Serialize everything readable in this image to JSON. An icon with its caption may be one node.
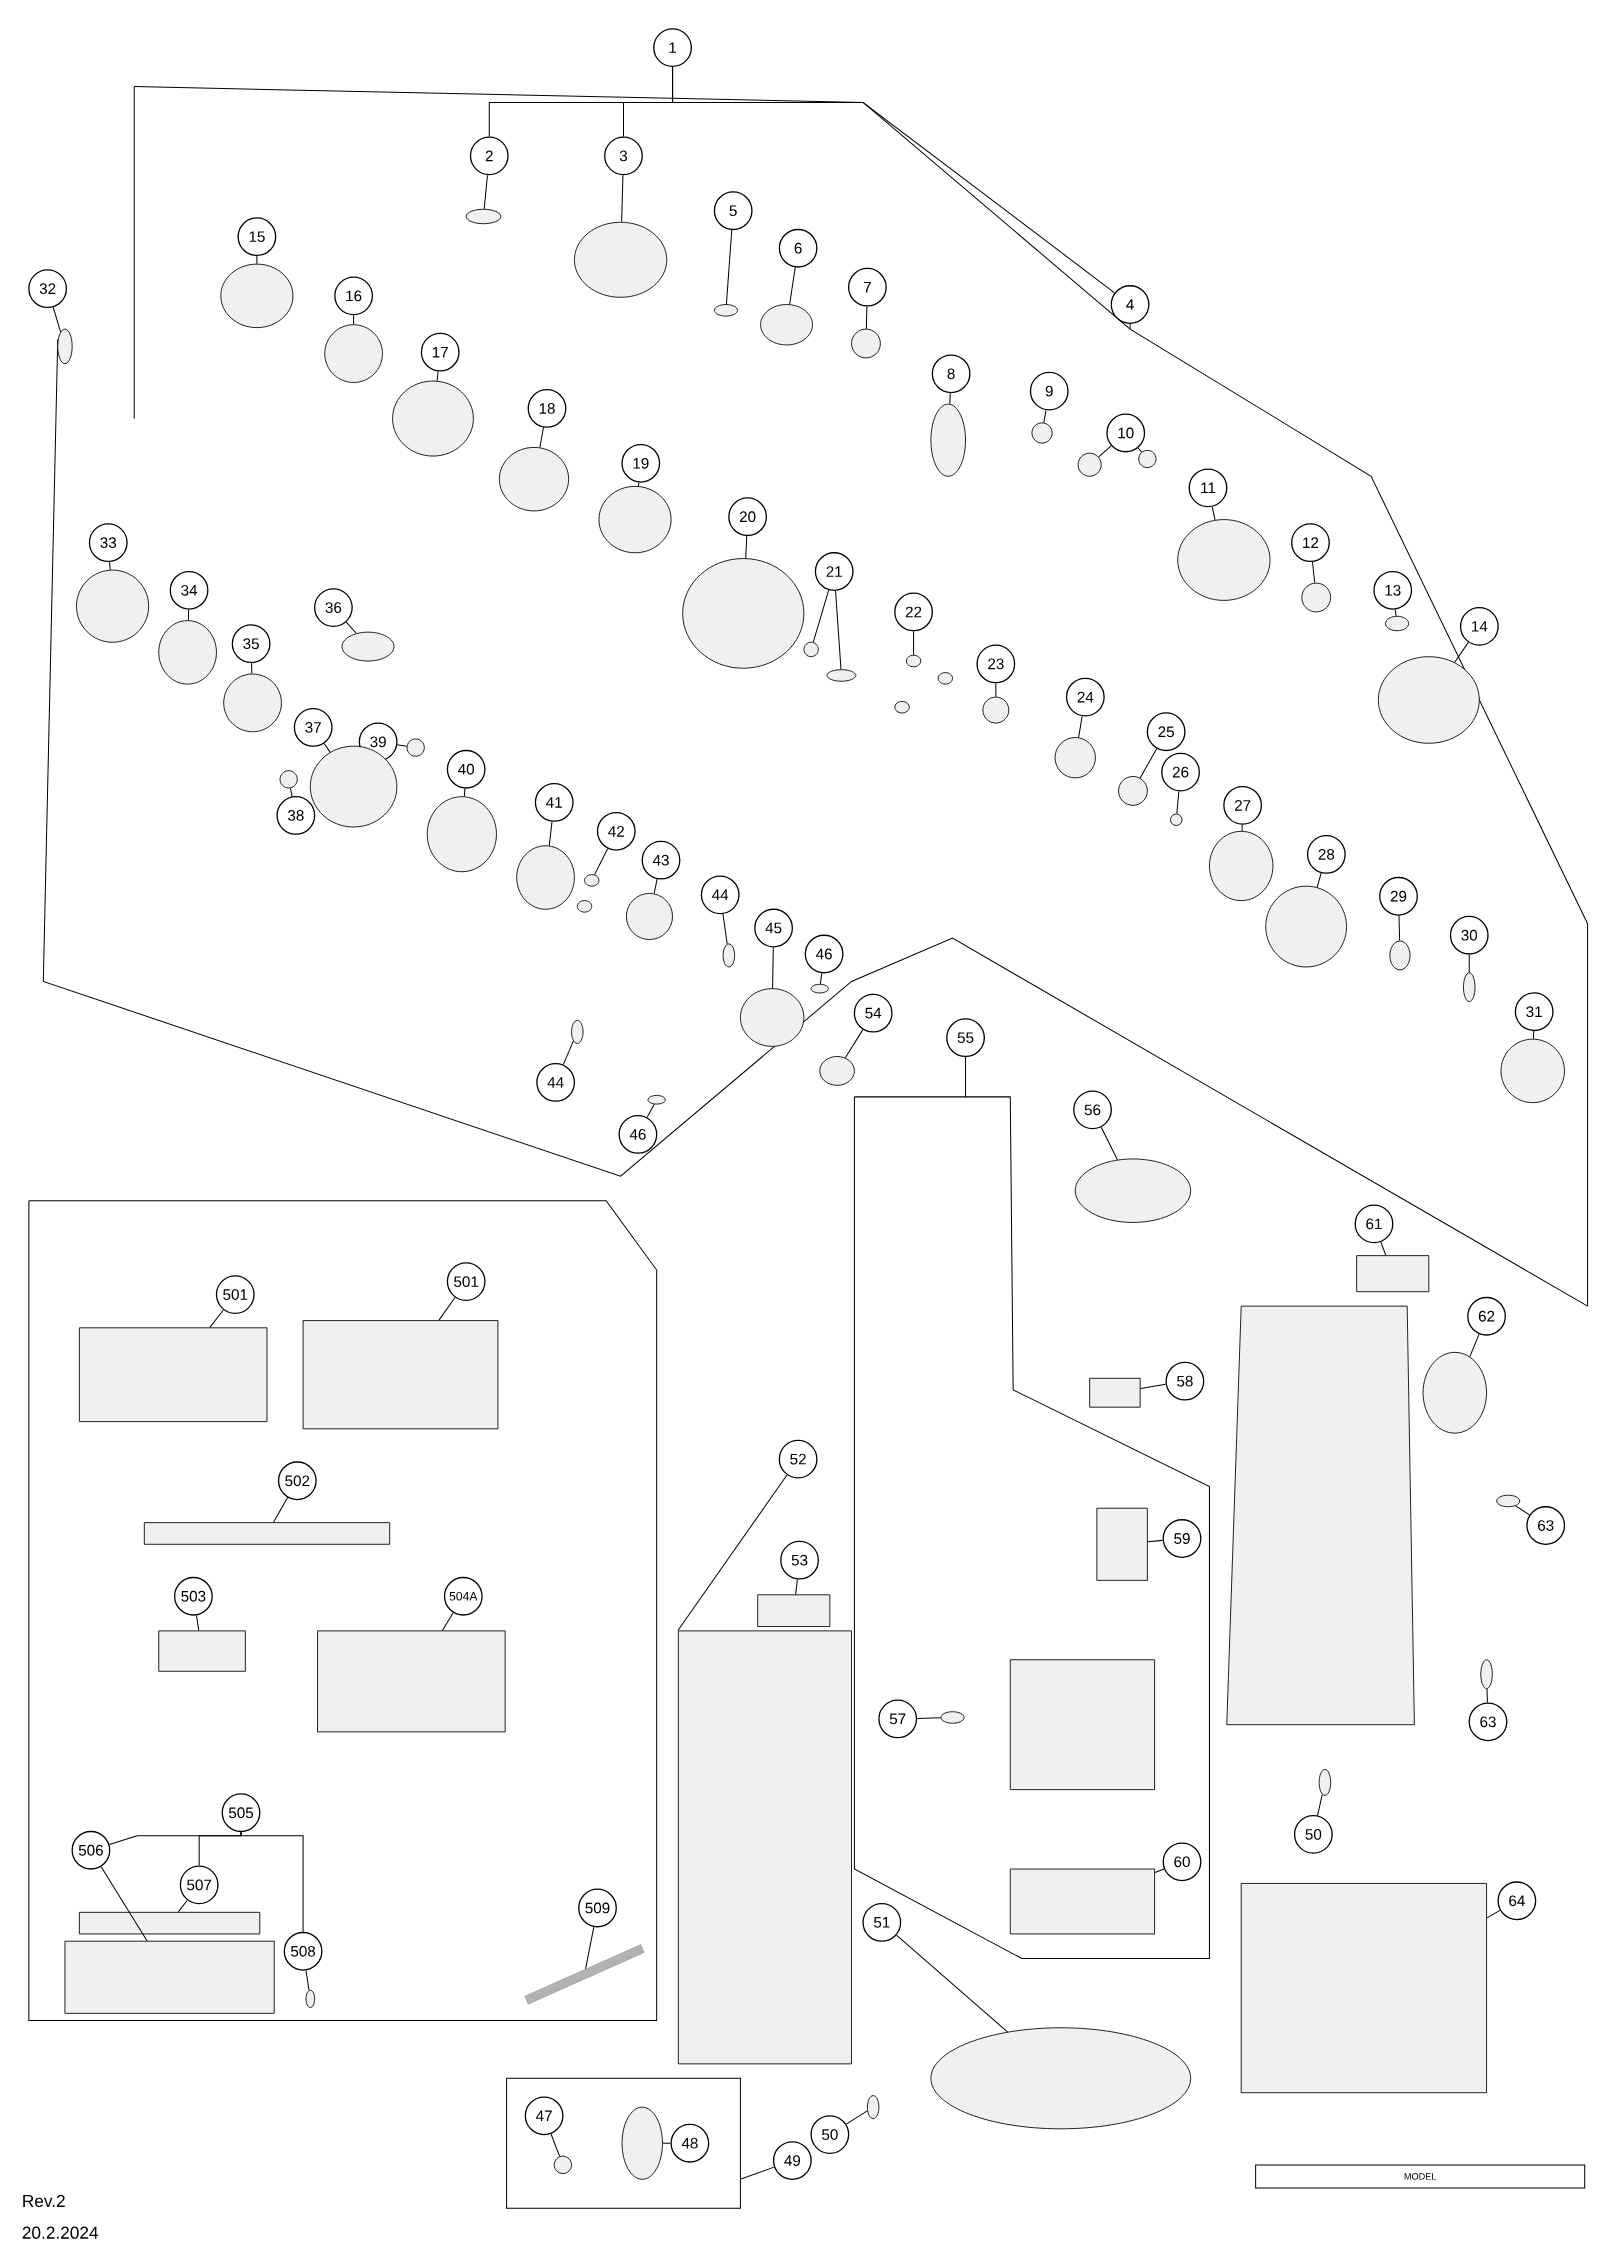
{
  "diagram": {
    "nodes": [
      {
        "text": [
          "1"
        ]
      },
      {
        "text": [
          "2"
        ]
      },
      {
        "text": [
          "3"
        ]
      },
      {
        "text": [
          "4"
        ]
      },
      {
        "text": [
          "5"
        ]
      },
      {
        "text": [
          "6"
        ]
      },
      {
        "text": [
          "7"
        ]
      },
      {
        "text": [
          "8"
        ]
      },
      {
        "text": [
          "9"
        ]
      },
      {
        "text": [
          "10"
        ]
      },
      {
        "text": [
          "11"
        ]
      },
      {
        "text": [
          "12"
        ]
      },
      {
        "text": [
          "13"
        ]
      },
      {
        "text": [
          "14"
        ]
      },
      {
        "text": [
          "15"
        ]
      },
      {
        "text": [
          "16"
        ]
      },
      {
        "text": [
          "17"
        ]
      },
      {
        "text": [
          "18"
        ]
      },
      {
        "text": [
          "19"
        ]
      },
      {
        "text": [
          "20"
        ]
      },
      {
        "text": [
          "21"
        ]
      },
      {
        "text": [
          "22"
        ]
      },
      {
        "text": [
          "23"
        ]
      },
      {
        "text": [
          "24"
        ]
      },
      {
        "text": [
          "25"
        ]
      },
      {
        "text": [
          "26"
        ]
      },
      {
        "text": [
          "27"
        ]
      },
      {
        "text": [
          "28"
        ]
      },
      {
        "text": [
          "29"
        ]
      },
      {
        "text": [
          "30"
        ]
      },
      {
        "text": [
          "31"
        ]
      },
      {
        "text": [
          "32"
        ]
      },
      {
        "text": [
          "33"
        ]
      },
      {
        "text": [
          "34"
        ]
      },
      {
        "text": [
          "35"
        ]
      },
      {
        "text": [
          "36"
        ]
      },
      {
        "text": [
          "37"
        ]
      },
      {
        "text": [
          "38"
        ]
      },
      {
        "text": [
          "39"
        ]
      },
      {
        "text": [
          "40"
        ]
      },
      {
        "text": [
          "41"
        ]
      },
      {
        "text": [
          "42"
        ]
      },
      {
        "text": [
          "43"
        ]
      },
      {
        "text": [
          "44"
        ]
      },
      {
        "text": [
          "45"
        ]
      },
      {
        "text": [
          "46"
        ]
      },
      {
        "text": [
          "44"
        ]
      },
      {
        "text": [
          "46"
        ]
      },
      {
        "text": [
          "54"
        ]
      },
      {
        "text": [
          "55"
        ]
      },
      {
        "text": [
          "56"
        ]
      },
      {
        "text": [
          "61"
        ]
      },
      {
        "text": [
          "62"
        ]
      },
      {
        "text": [
          "58"
        ]
      },
      {
        "text": [
          "59"
        ]
      },
      {
        "text": [
          "52"
        ]
      },
      {
        "text": [
          "53"
        ]
      },
      {
        "text": [
          "57"
        ]
      },
      {
        "text": [
          "60"
        ]
      },
      {
        "text": [
          "63"
        ]
      },
      {
        "text": [
          "63"
        ]
      },
      {
        "text": [
          "50"
        ]
      },
      {
        "text": [
          "51"
        ]
      },
      {
        "text": [
          "50"
        ]
      },
      {
        "text": [
          "64"
        ]
      },
      {
        "text": [
          "47"
        ]
      },
      {
        "text": [
          "48"
        ]
      },
      {
        "text": [
          "49"
        ]
      },
      {
        "text": [
          "501"
        ]
      },
      {
        "text": [
          "501"
        ]
      },
      {
        "text": [
          "502"
        ]
      },
      {
        "text": [
          "503"
        ]
      },
      {
        "text": [
          "504A"
        ]
      },
      {
        "text": [
          "505"
        ]
      },
      {
        "text": [
          "506"
        ]
      },
      {
        "text": [
          "507"
        ]
      },
      {
        "text": [
          "508"
        ]
      },
      {
        "text": [
          "509"
        ]
      },
      {
        "text": [],
        "shape": "circle"
      },
      {
        "text": [],
        "shape": "circle"
      },
      {
        "text": [],
        "shape": "circle"
      },
      {
        "text": [],
        "shape": "circle"
      },
      {
        "text": [],
        "shape": "circle"
      },
      {
        "text": [],
        "shape": "circle"
      },
      {
        "text": [],
        "shape": "circle"
      },
      {
        "text": [],
        "shape": "circle"
      },
      {
        "text": [],
        "shape": "circle"
      },
      {
        "text": [],
        "shape": "circle"
      },
      {
        "text": [],
        "shape": "circle"
      },
      {
        "text": [],
        "shape": "circle"
      },
      {
        "text": [],
        "shape": "circle"
      },
      {
        "text": [],
        "shape": "circle"
      },
      {
        "text": [],
        "shape": "circle"
      },
      {
        "text": [],
        "shape": "circle"
      },
      {
        "text": [],
        "shape": "circle"
      },
      {
        "text": [],
        "shape": "circle"
      },
      {
        "text": [],
        "shape": "circle"
      },
      {
        "text": [],
        "shape": "circle"
      },
      {
        "text": [],
        "shape": "circle"
      },
      {
        "text": [],
        "shape": "circle"
      },
      {
        "text": [],
        "shape": "circle"
      },
      {
        "text": [],
        "shape": "circle"
      },
      {
        "text": [],
        "shape": "circle"
      },
      {
        "text": [],
        "shape": "circle"
      },
      {
        "text": [],
        "shape": "circle"
      },
      {
        "text": [],
        "shape": "circle"
      },
      {
        "text": [],
        "shape": "circle"
      },
      {
        "text": [],
        "shape": "circle"
      },
      {
        "text": [],
        "shape": "circle"
      },
      {
        "text": [],
        "shape": "circle"
      },
      {
        "text": [],
        "shape": "circle"
      },
      {
        "text": [],
        "shape": "circle"
      },
      {
        "text": [],
        "shape": "circle"
      },
      {
        "text": [],
        "shape": "circle"
      },
      {
        "text": [],
        "shape": "circle"
      },
      {
        "text": [],
        "shape": "circle"
      },
      {
        "text": [],
        "shape": "circle"
      },
      {
        "text": [],
        "shape": "circle"
      },
      {
        "text": [],
        "shape": "circle"
      },
      {
        "text": [],
        "shape": "circle"
      },
      {
        "text": [],
        "shape": "circle"
      },
      {
        "text": [],
        "shape": "circle"
      },
      {
        "text": [],
        "shape": "circle"
      },
      {
        "text": [],
        "shape": "circle"
      },
      {
        "text": [],
        "shape": "circle"
      },
      {
        "text": [],
        "shape": "circle"
      },
      {
        "text": [],
        "shape": "circle"
      },
      {
        "text": [],
        "shape": "circle"
      },
      {
        "text": [],
        "shape": "box"
      },
      {
        "text": [],
        "shape": "circle"
      },
      {
        "text": [],
        "shape": "box"
      },
      {
        "text": [],
        "shape": "box"
      },
      {
        "text": [],
        "shape": "box"
      },
      {
        "text": [],
        "shape": "box"
      },
      {
        "text": [],
        "shape": "circle"
      },
      {
        "text": [],
        "shape": "box"
      },
      {
        "text": [],
        "shape": "circle"
      },
      {
        "text": [],
        "shape": "circle"
      },
      {
        "text": [],
        "shape": "circle"
      },
      {
        "text": [],
        "shape": "circle"
      },
      {
        "text": [],
        "shape": "circle"
      },
      {
        "text": [],
        "shape": "box"
      },
      {
        "text": [],
        "shape": "circle"
      },
      {
        "text": [],
        "shape": "circle"
      },
      {
        "text": [],
        "shape": "box"
      },
      {
        "text": [],
        "shape": "box"
      },
      {
        "text": [],
        "shape": "box"
      },
      {
        "text": [],
        "shape": "box"
      },
      {
        "text": [],
        "shape": "box"
      },
      {
        "text": [],
        "shape": "box"
      },
      {
        "text": [],
        "shape": "box"
      },
      {
        "text": [],
        "shape": "circle"
      },
      {
        "text": [],
        "shape": "bar"
      }
    ],
    "edges": [
      {
        "from": 0,
        "to": 1,
        "arrow": "none"
      },
      {
        "from": 0,
        "to": 2,
        "arrow": "none"
      },
      {
        "from": 0,
        "to": 3,
        "arrow": "none"
      },
      {
        "from": 73,
        "to": 74,
        "arrow": "none"
      },
      {
        "from": 73,
        "to": 75,
        "arrow": "none"
      },
      {
        "from": 73,
        "to": 76,
        "arrow": "none"
      },
      {
        "from": 1,
        "to": 78,
        "arrow": "none"
      },
      {
        "from": 2,
        "to": 79,
        "arrow": "none"
      },
      {
        "from": 3,
        "to": null,
        "arrow": "none"
      },
      {
        "from": 4,
        "to": 80,
        "arrow": "none"
      },
      {
        "from": 5,
        "to": 81,
        "arrow": "none"
      },
      {
        "from": 6,
        "to": 82,
        "arrow": "none"
      },
      {
        "from": 7,
        "to": 83,
        "arrow": "none"
      },
      {
        "from": 8,
        "to": 84,
        "arrow": "none"
      },
      {
        "from": 9,
        "to": 85,
        "arrow": "none"
      },
      {
        "from": 9,
        "to": 86,
        "arrow": "none"
      },
      {
        "from": 10,
        "to": 87,
        "arrow": "none"
      },
      {
        "from": 11,
        "to": 88,
        "arrow": "none"
      },
      {
        "from": 12,
        "to": 89,
        "arrow": "none"
      },
      {
        "from": 13,
        "to": 90,
        "arrow": "none"
      },
      {
        "from": 14,
        "to": 91,
        "arrow": "none"
      },
      {
        "from": 15,
        "to": 92,
        "arrow": "none"
      },
      {
        "from": 16,
        "to": 93,
        "arrow": "none"
      },
      {
        "from": 17,
        "to": 94,
        "arrow": "none"
      },
      {
        "from": 18,
        "to": 95,
        "arrow": "none"
      },
      {
        "from": 19,
        "to": 96,
        "arrow": "none"
      },
      {
        "from": 20,
        "to": 97,
        "arrow": "none"
      },
      {
        "from": 20,
        "to": 98,
        "arrow": "none"
      },
      {
        "from": 21,
        "to": 99,
        "arrow": "none"
      },
      {
        "from": 22,
        "to": 100,
        "arrow": "none"
      },
      {
        "from": 23,
        "to": 101,
        "arrow": "none"
      },
      {
        "from": 24,
        "to": 102,
        "arrow": "none"
      },
      {
        "from": 25,
        "to": 103,
        "arrow": "none"
      },
      {
        "from": 26,
        "to": 104,
        "arrow": "none"
      },
      {
        "from": 27,
        "to": 105,
        "arrow": "none"
      },
      {
        "from": 28,
        "to": 106,
        "arrow": "none"
      },
      {
        "from": 29,
        "to": 107,
        "arrow": "none"
      },
      {
        "from": 30,
        "to": 108,
        "arrow": "none"
      },
      {
        "from": 31,
        "to": 109,
        "arrow": "none"
      },
      {
        "from": 32,
        "to": 110,
        "arrow": "none"
      },
      {
        "from": 33,
        "to": 111,
        "arrow": "none"
      },
      {
        "from": 34,
        "to": 112,
        "arrow": "none"
      },
      {
        "from": 35,
        "to": 113,
        "arrow": "none"
      },
      {
        "from": 36,
        "to": 114,
        "arrow": "none"
      },
      {
        "from": 37,
        "to": 115,
        "arrow": "none"
      },
      {
        "from": 38,
        "to": 116,
        "arrow": "none"
      },
      {
        "from": 39,
        "to": 117,
        "arrow": "none"
      },
      {
        "from": 40,
        "to": 118,
        "arrow": "none"
      },
      {
        "from": 41,
        "to": 119,
        "arrow": "none"
      },
      {
        "from": 42,
        "to": 120,
        "arrow": "none"
      },
      {
        "from": 43,
        "to": 121,
        "arrow": "none"
      },
      {
        "from": 44,
        "to": 122,
        "arrow": "none"
      },
      {
        "from": 45,
        "to": 123,
        "arrow": "none"
      },
      {
        "from": 46,
        "to": 124,
        "arrow": "none"
      },
      {
        "from": 47,
        "to": 125,
        "arrow": "none"
      },
      {
        "from": 48,
        "to": 126,
        "arrow": "none"
      },
      {
        "from": 49,
        "to": null,
        "arrow": "none"
      },
      {
        "from": 50,
        "to": 127,
        "arrow": "none"
      },
      {
        "from": 51,
        "to": 128,
        "arrow": "none"
      },
      {
        "from": 52,
        "to": 129,
        "arrow": "none"
      },
      {
        "from": 53,
        "to": 130,
        "arrow": "none"
      },
      {
        "from": 54,
        "to": 131,
        "arrow": "none"
      },
      {
        "from": 55,
        "to": 132,
        "arrow": "none"
      },
      {
        "from": 56,
        "to": 133,
        "arrow": "none"
      },
      {
        "from": 57,
        "to": 134,
        "arrow": "none"
      },
      {
        "from": 58,
        "to": 135,
        "arrow": "none"
      },
      {
        "from": 59,
        "to": 136,
        "arrow": "none"
      },
      {
        "from": 60,
        "to": 137,
        "arrow": "none"
      },
      {
        "from": 61,
        "to": 138,
        "arrow": "none"
      },
      {
        "from": 62,
        "to": 139,
        "arrow": "none"
      },
      {
        "from": 63,
        "to": 140,
        "arrow": "none"
      },
      {
        "from": 64,
        "to": 141,
        "arrow": "none"
      },
      {
        "from": 65,
        "to": 142,
        "arrow": "none"
      },
      {
        "from": 66,
        "to": 143,
        "arrow": "none"
      },
      {
        "from": 67,
        "to": null,
        "arrow": "none"
      },
      {
        "from": 68,
        "to": 144,
        "arrow": "none"
      },
      {
        "from": 69,
        "to": 145,
        "arrow": "none"
      },
      {
        "from": 70,
        "to": 146,
        "arrow": "none"
      },
      {
        "from": 71,
        "to": 147,
        "arrow": "none"
      },
      {
        "from": 72,
        "to": 148,
        "arrow": "none"
      },
      {
        "from": 74,
        "to": 149,
        "arrow": "none"
      },
      {
        "from": 75,
        "to": 150,
        "arrow": "none"
      },
      {
        "from": 76,
        "to": 151,
        "arrow": "none"
      },
      {
        "from": 77,
        "to": 152,
        "arrow": "none"
      }
    ],
    "labels": [
      "MODEL",
      "Rev.2",
      "20.2.2024"
    ]
  }
}
